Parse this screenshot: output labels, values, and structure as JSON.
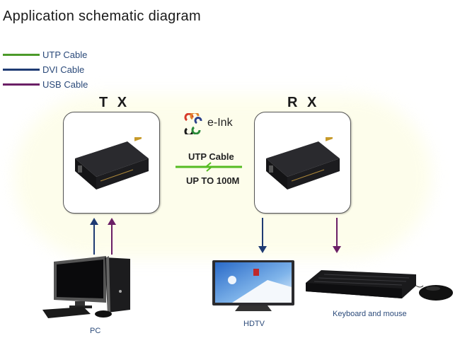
{
  "title": "Application schematic diagram",
  "legend": [
    {
      "label": "UTP Cable",
      "color": "#4c9a2a"
    },
    {
      "label": "DVI Cable",
      "color": "#1f3b73"
    },
    {
      "label": "USB Cable",
      "color": "#6b1f66"
    }
  ],
  "tx": {
    "title": "T X"
  },
  "rx": {
    "title": "R X"
  },
  "logo": {
    "text": "e-Ink"
  },
  "link": {
    "top_label": "UTP Cable",
    "bottom_label": "UP TO 100M",
    "color": "#55bb22"
  },
  "devices": {
    "pc": "PC",
    "hdtv": "HDTV",
    "keyboard_mouse": "Keyboard and mouse"
  }
}
